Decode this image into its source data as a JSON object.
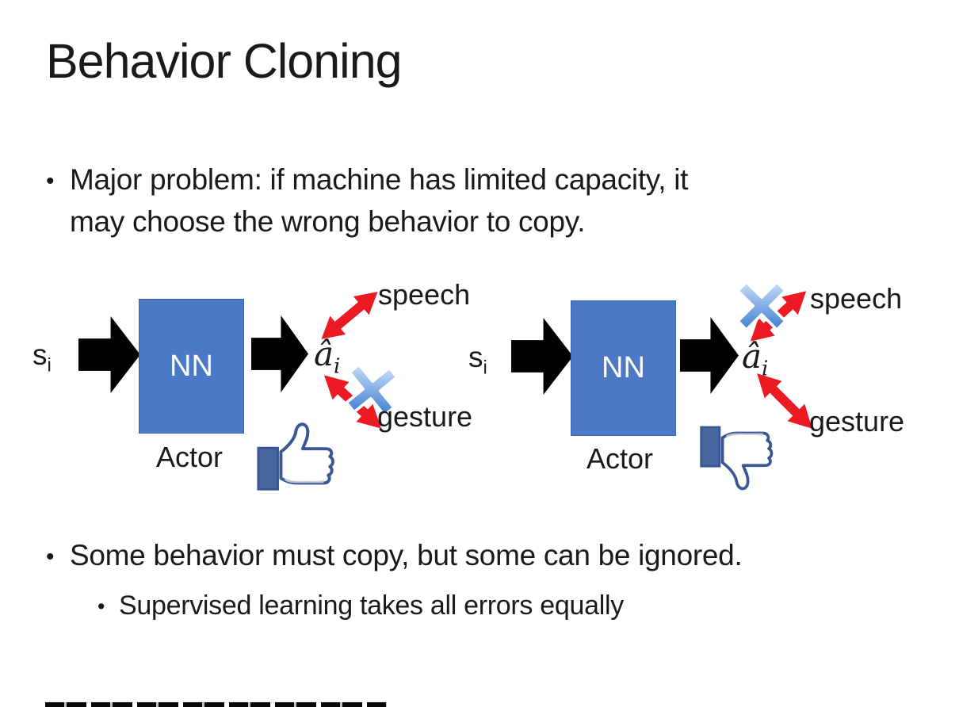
{
  "slide": {
    "title": "Behavior Cloning",
    "bullets": {
      "marker": "•",
      "b1_line1": "Major problem: if machine has limited capacity, it",
      "b1_line2": "may choose the wrong behavior to copy.",
      "b2": "Some behavior must copy, but some can be ignored.",
      "sub": "Supervised learning takes all errors equally"
    }
  },
  "diagram": {
    "left": {
      "state_letter": "s",
      "state_sub": "i",
      "nn_label": "NN",
      "actor_label": "Actor",
      "action_letter": "â",
      "action_sub": "i",
      "speech_label": "speech",
      "gesture_label": "gesture",
      "crossed_branch": "gesture",
      "feedback_icon": "thumbs-up-icon"
    },
    "right": {
      "state_letter": "s",
      "state_sub": "i",
      "nn_label": "NN",
      "actor_label": "Actor",
      "action_letter": "â",
      "action_sub": "i",
      "speech_label": "speech",
      "gesture_label": "gesture",
      "crossed_branch": "speech",
      "feedback_icon": "thumbs-down-icon"
    }
  },
  "colors": {
    "nn_box_blue": "#4B79C6",
    "arrow_red": "#EC1B23",
    "arrow_black": "#000000",
    "thumb_outline_blue": "#3A5795",
    "thumb_sleeve_blue": "#49669E",
    "cross_light_blue": "#C6DDF6",
    "cross_dark_blue": "#3E7FD2",
    "text_black": "#1A1A1A"
  }
}
